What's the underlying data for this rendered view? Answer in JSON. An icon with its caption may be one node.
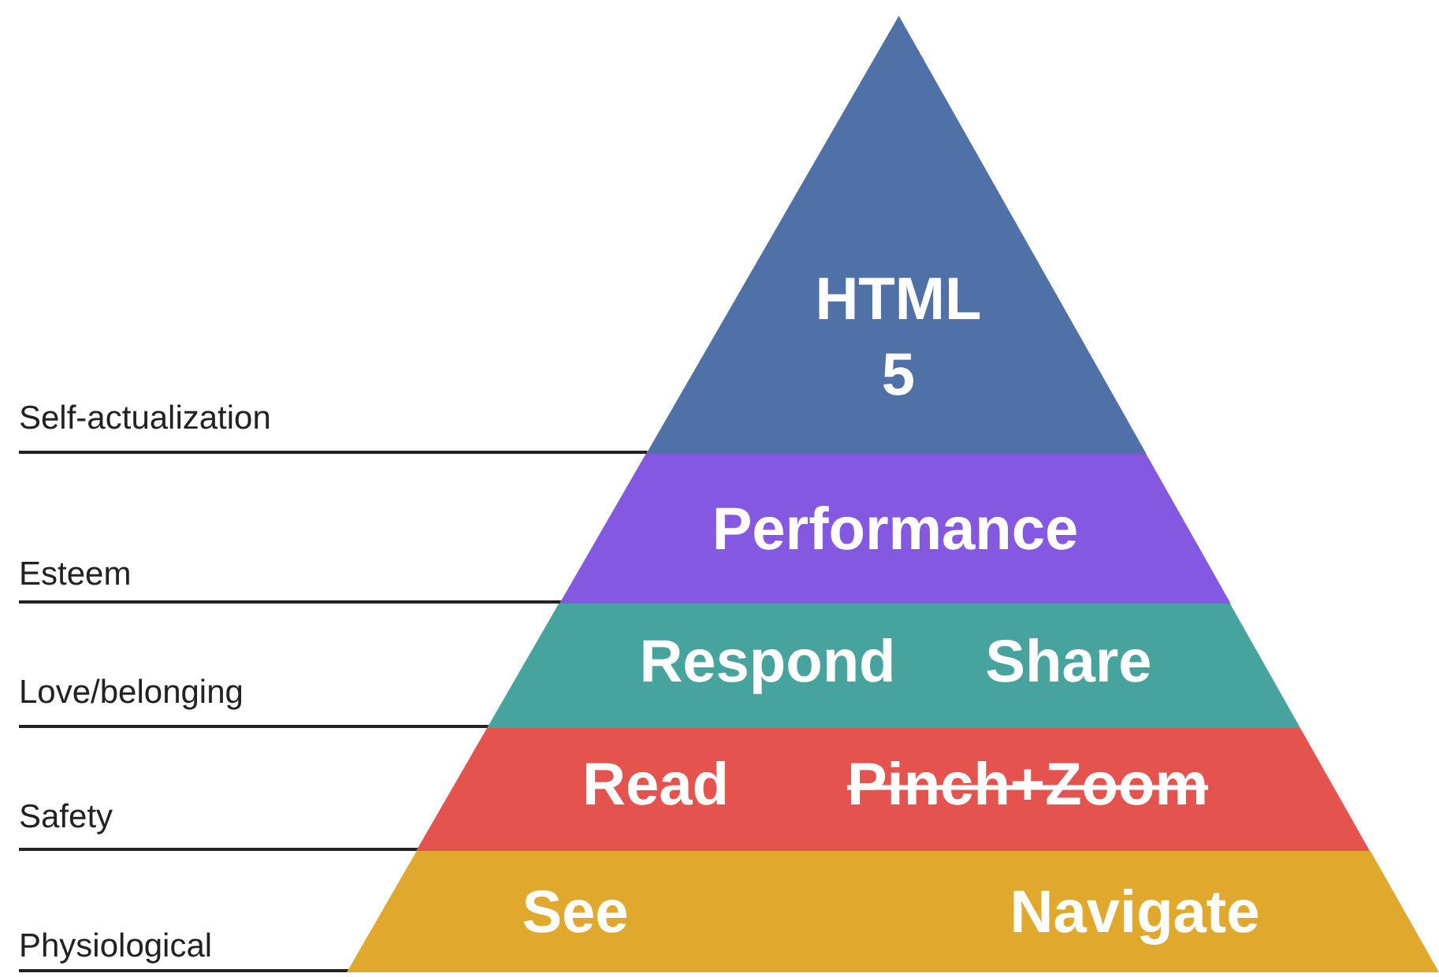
{
  "diagram": {
    "nodes": [
      {
        "text": [
          "HTML 5"
        ]
      },
      {
        "text": [
          "Performance"
        ]
      },
      {
        "text": [
          "Respond",
          "Share"
        ]
      },
      {
        "text": [
          "Read",
          "Pinch+Zoom"
        ]
      },
      {
        "text": [
          "See",
          "Navigate"
        ]
      },
      {
        "text": [
          "Self-actualization"
        ]
      },
      {
        "text": [
          "Esteem"
        ]
      },
      {
        "text": [
          "Love/belonging"
        ]
      },
      {
        "text": [
          "Safety"
        ]
      },
      {
        "text": [
          "Physiological"
        ]
      }
    ],
    "edges": [
      {
        "from": 5,
        "to": 0,
        "arrow": "none"
      },
      {
        "from": 6,
        "to": 1,
        "arrow": "none"
      },
      {
        "from": 7,
        "to": 2,
        "arrow": "none"
      },
      {
        "from": 8,
        "to": 3,
        "arrow": "none"
      },
      {
        "from": 9,
        "to": 4,
        "arrow": "none"
      }
    ]
  }
}
